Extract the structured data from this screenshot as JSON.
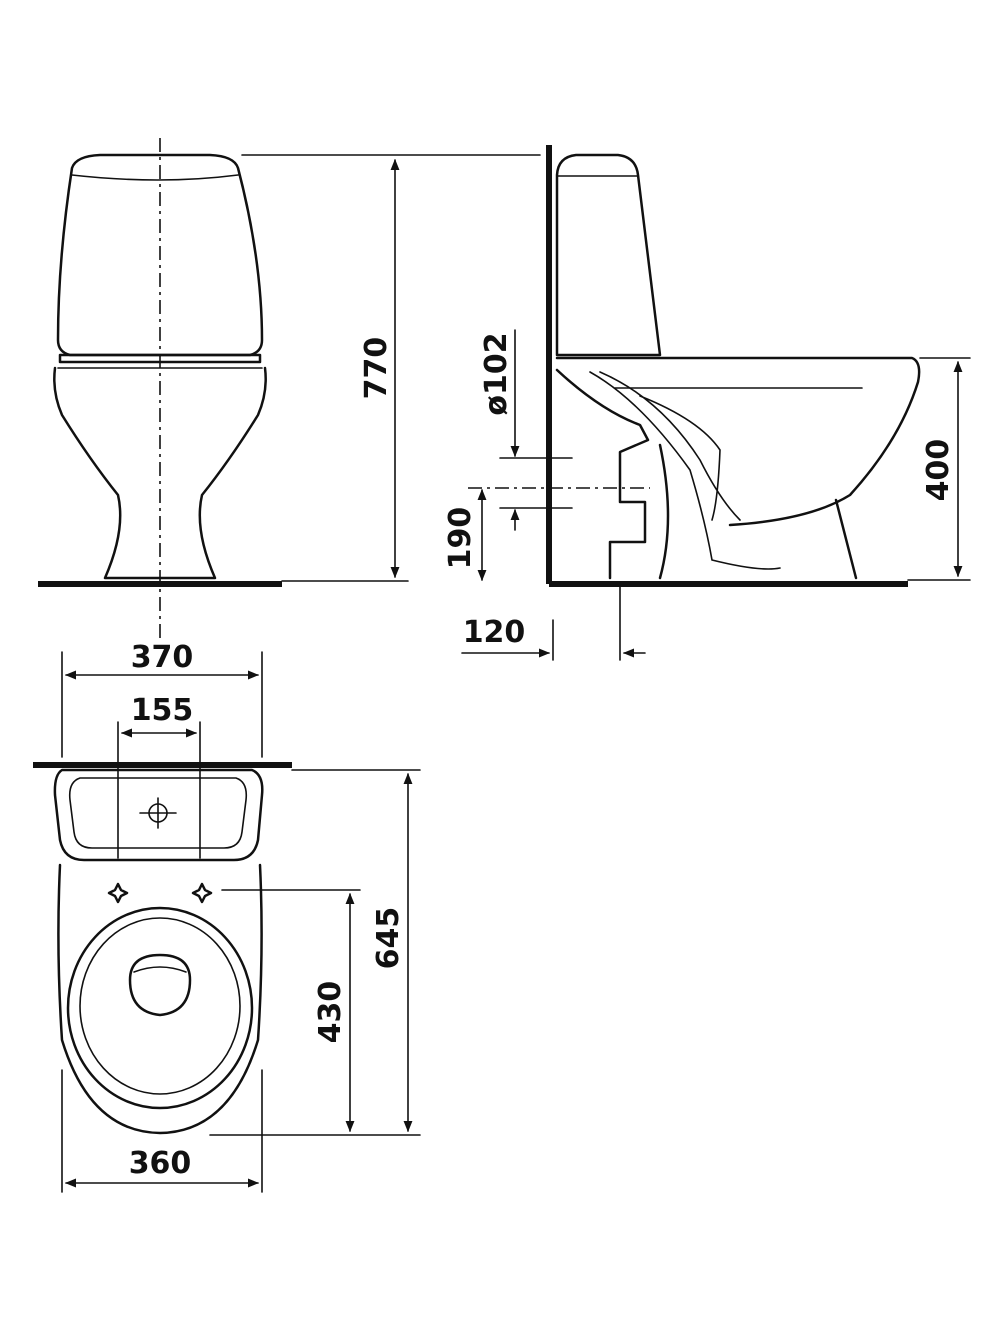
{
  "dimensions": {
    "height_total": "770",
    "pipe_diameter": "ø102",
    "seat_height": "400",
    "outlet_height": "190",
    "outlet_offset": "120",
    "tank_width": "370",
    "mount_spacing": "155",
    "depth_total": "645",
    "bolt_to_front": "430",
    "bowl_width": "360"
  },
  "colors": {
    "line": "#111111",
    "background": "#ffffff"
  }
}
